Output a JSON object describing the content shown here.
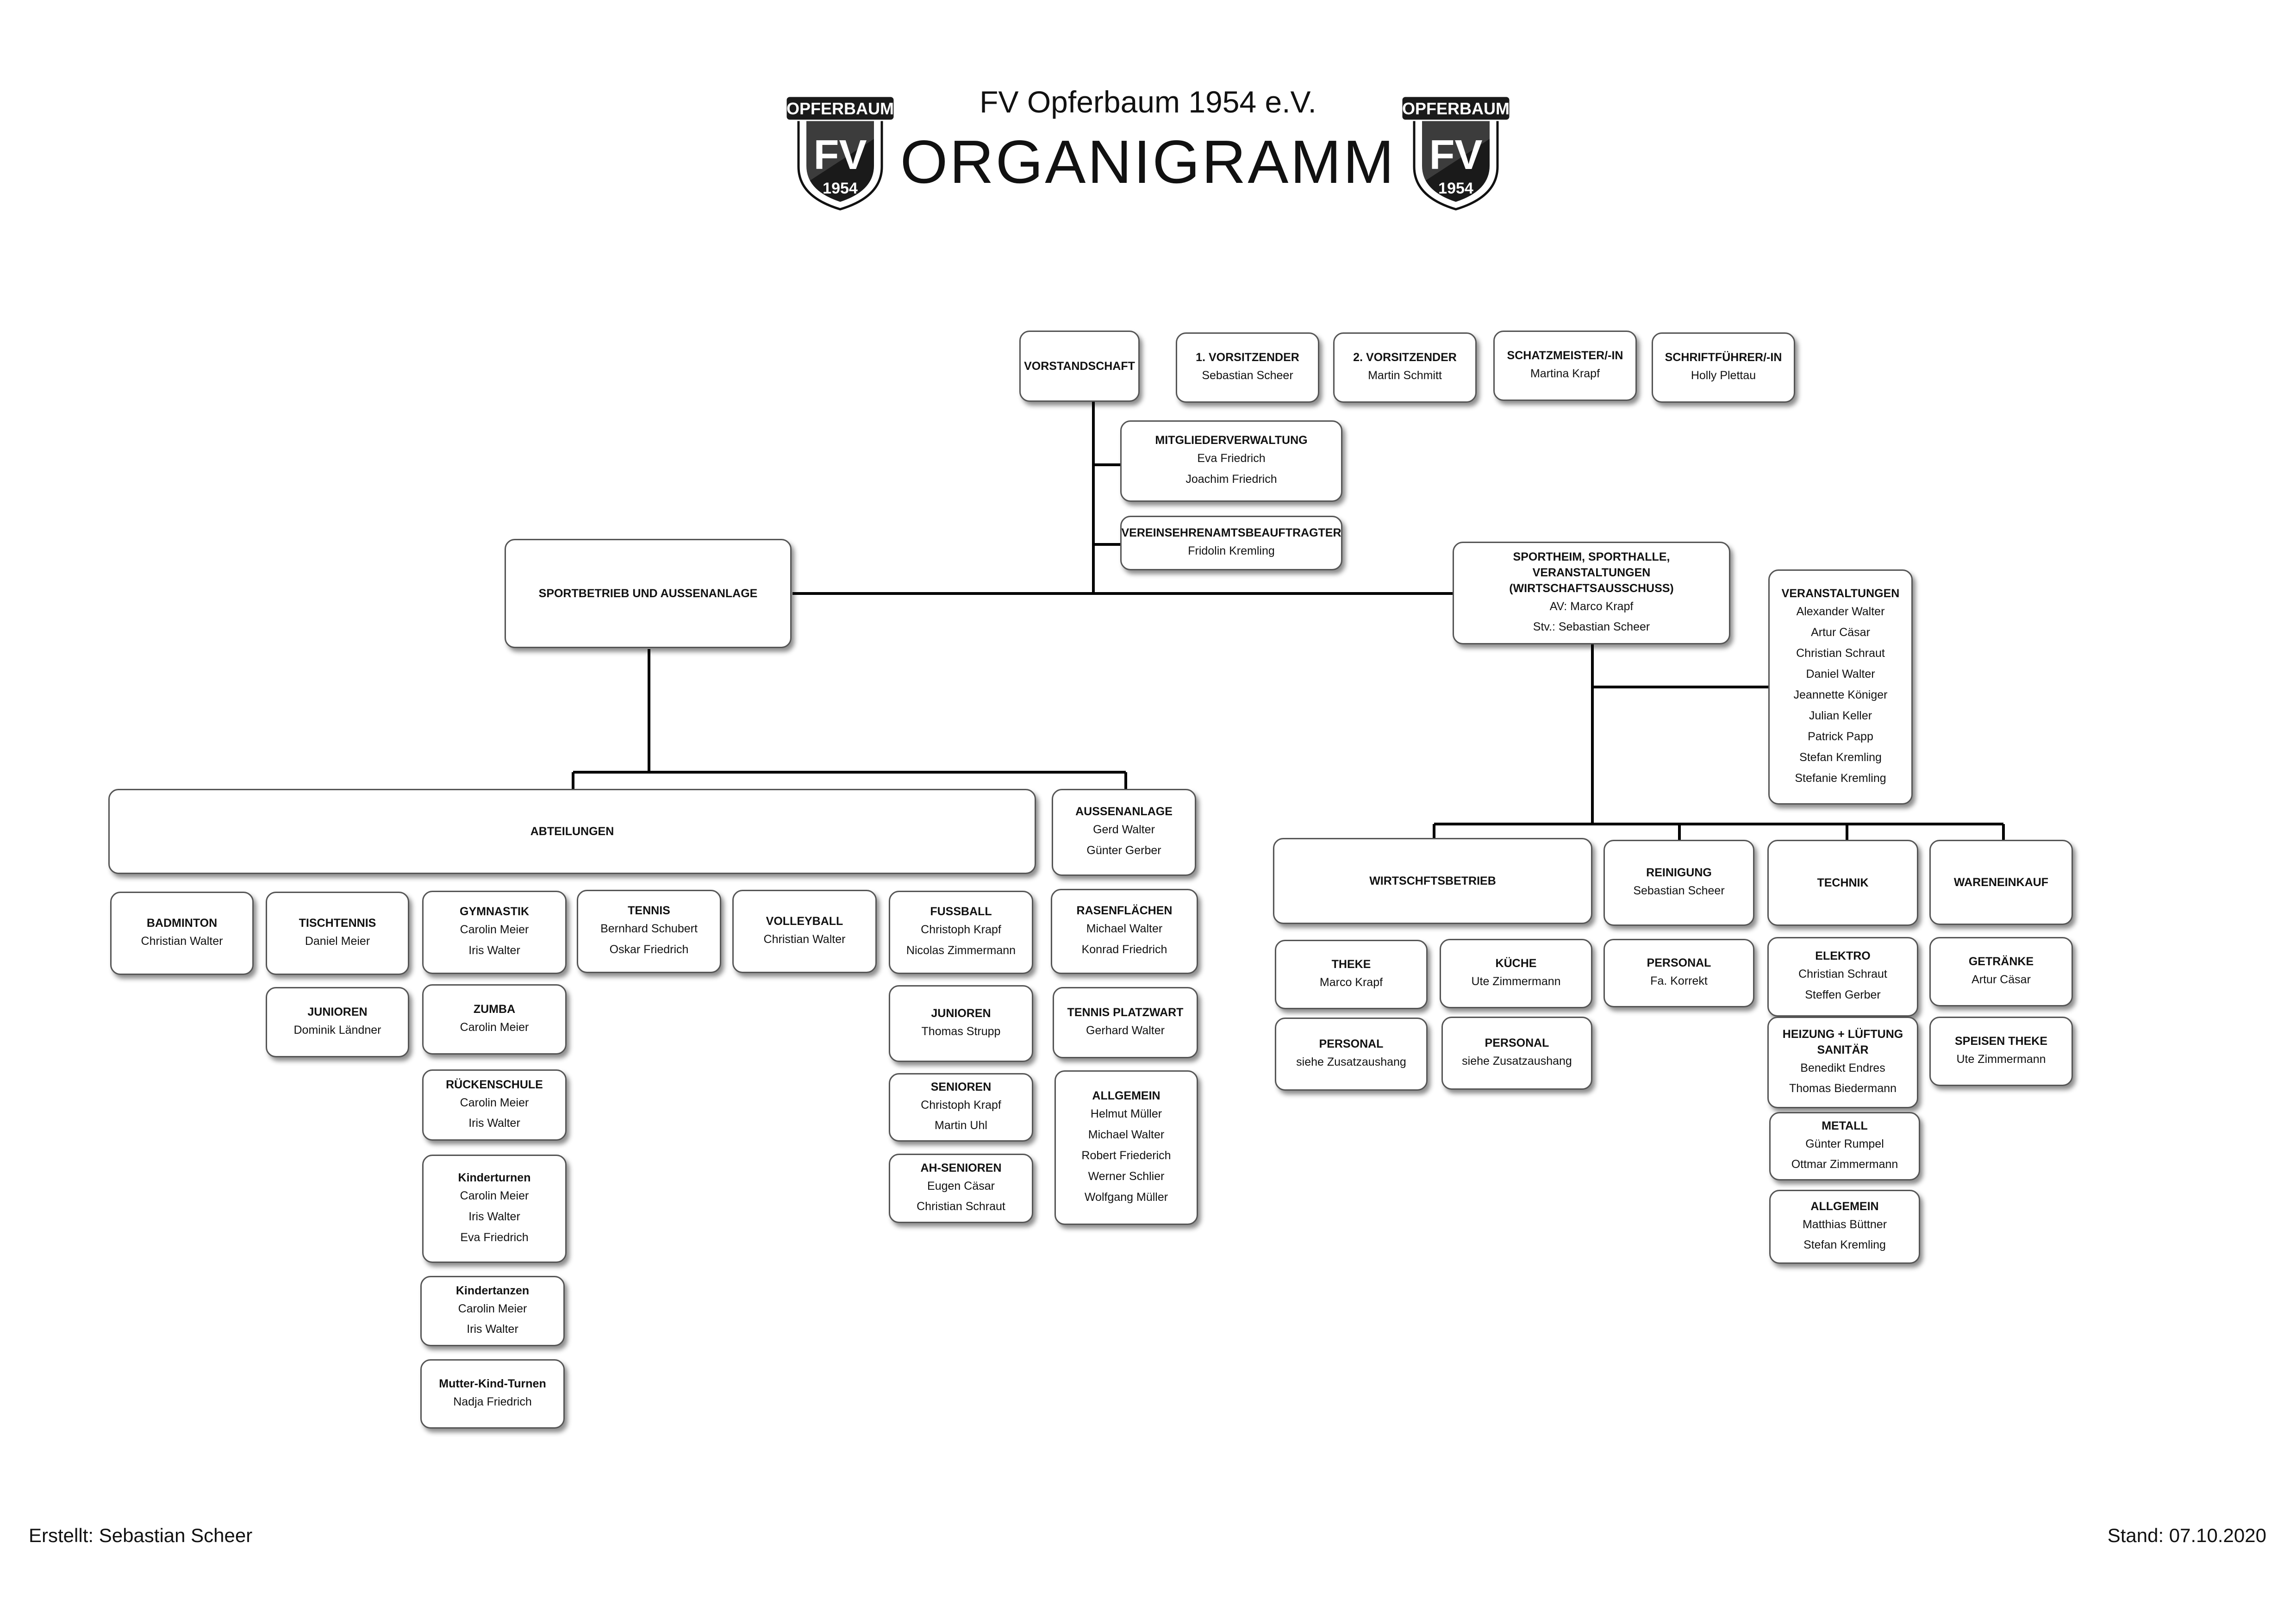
{
  "header": {
    "club": "FV Opferbaum 1954 e.V.",
    "title": "ORGANIGRAMM",
    "logo": {
      "banner": "OPFERBAUM",
      "letters": "FV",
      "year": "1954"
    }
  },
  "footer": {
    "created": "Erstellt: Sebastian Scheer",
    "date": "Stand: 07.10.2020"
  },
  "board": {
    "vorstandschaft": {
      "title": "VORSTANDSCHAFT"
    },
    "chair1": {
      "title": "1. VORSITZENDER",
      "people": [
        "Sebastian Scheer"
      ]
    },
    "chair2": {
      "title": "2. VORSITZENDER",
      "people": [
        "Martin Schmitt"
      ]
    },
    "treasurer": {
      "title": "SCHATZMEISTER/-IN",
      "people": [
        "Martina Krapf"
      ]
    },
    "secretary": {
      "title": "SCHRIFTFÜHRER/-IN",
      "people": [
        "Holly Plettau"
      ]
    },
    "membership": {
      "title": "MITGLIEDERVERWALTUNG",
      "people": [
        "Eva Friedrich",
        "Joachim Friedrich"
      ]
    },
    "volunteer": {
      "title": "VEREINSEHRENAMTSBEAUFTRAGTER",
      "people": [
        "Fridolin Kremling"
      ]
    }
  },
  "sport": {
    "main": {
      "title": "SPORTBETRIEB UND AUSSENANLAGE"
    },
    "abteilungen": {
      "title": "ABTEILUNGEN"
    },
    "aussenanlage": {
      "title": "AUSSENANLAGE",
      "people": [
        "Gerd Walter",
        "Günter Gerber"
      ]
    },
    "badminton": {
      "title": "BADMINTON",
      "people": [
        "Christian Walter"
      ]
    },
    "tischtennis": {
      "title": "TISCHTENNIS",
      "people": [
        "Daniel Meier"
      ]
    },
    "tt_junioren": {
      "title": "JUNIOREN",
      "people": [
        "Dominik Ländner"
      ]
    },
    "gymnastik": {
      "title": "GYMNASTIK",
      "people": [
        "Carolin Meier",
        "Iris Walter"
      ]
    },
    "zumba": {
      "title": "ZUMBA",
      "people": [
        "Carolin Meier"
      ]
    },
    "rueckenschule": {
      "title": "RÜCKENSCHULE",
      "people": [
        "Carolin Meier",
        "Iris Walter"
      ]
    },
    "kinderturnen": {
      "title": "Kinderturnen",
      "people": [
        "Carolin Meier",
        "Iris Walter",
        "Eva Friedrich"
      ]
    },
    "kindertanzen": {
      "title": "Kindertanzen",
      "people": [
        "Carolin Meier",
        "Iris Walter"
      ]
    },
    "mutterkind": {
      "title": "Mutter-Kind-Turnen",
      "people": [
        "Nadja Friedrich"
      ]
    },
    "tennis": {
      "title": "TENNIS",
      "people": [
        "Bernhard Schubert",
        "Oskar Friedrich"
      ]
    },
    "volleyball": {
      "title": "VOLLEYBALL",
      "people": [
        "Christian Walter"
      ]
    },
    "fussball": {
      "title": "FUSSBALL",
      "people": [
        "Christoph Krapf",
        "Nicolas Zimmermann"
      ]
    },
    "fb_junioren": {
      "title": "JUNIOREN",
      "people": [
        "Thomas Strupp"
      ]
    },
    "senioren": {
      "title": "SENIOREN",
      "people": [
        "Christoph Krapf",
        "Martin Uhl"
      ]
    },
    "ah_senioren": {
      "title": "AH-SENIOREN",
      "people": [
        "Eugen Cäsar",
        "Christian Schraut"
      ]
    },
    "rasen": {
      "title": "RASENFLÄCHEN",
      "people": [
        "Michael Walter",
        "Konrad Friedrich"
      ]
    },
    "tennis_platzwart": {
      "title": "TENNIS PLATZWART",
      "people": [
        "Gerhard Walter"
      ]
    },
    "allgemein_sport": {
      "title": "ALLGEMEIN",
      "people": [
        "Helmut Müller",
        "Michael Walter",
        "Robert Friederich",
        "Werner Schlier",
        "Wolfgang Müller"
      ]
    }
  },
  "heim": {
    "main": {
      "title_lines": [
        "SPORTHEIM, SPORTHALLE,",
        "VERANSTALTUNGEN",
        "(WIRTSCHAFTSAUSSCHUSS)"
      ],
      "people": [
        "AV: Marco Krapf",
        "Stv.: Sebastian Scheer"
      ]
    },
    "veranstaltungen": {
      "title": "VERANSTALTUNGEN",
      "people": [
        "Alexander Walter",
        "Artur Cäsar",
        "Christian Schraut",
        "Daniel Walter",
        "Jeannette Königer",
        "Julian Keller",
        "Patrick Papp",
        "Stefan Kremling",
        "Stefanie Kremling"
      ]
    },
    "wirtschaftsbetrieb": {
      "title": "WIRTSCHFTSBETRIEB"
    },
    "reinigung": {
      "title": "REINIGUNG",
      "people": [
        "Sebastian Scheer"
      ]
    },
    "technik": {
      "title": "TECHNIK"
    },
    "wareneinkauf": {
      "title": "WARENEINKAUF"
    },
    "theke": {
      "title": "THEKE",
      "people": [
        "Marco Krapf"
      ]
    },
    "kueche": {
      "title": "KÜCHE",
      "people": [
        "Ute Zimmermann"
      ]
    },
    "personal_theke": {
      "title": "PERSONAL",
      "people": [
        "siehe Zusatzaushang"
      ]
    },
    "personal_kueche": {
      "title": "PERSONAL",
      "people": [
        "siehe Zusatzaushang"
      ]
    },
    "personal_reinigung": {
      "title": "PERSONAL",
      "people": [
        "Fa. Korrekt"
      ]
    },
    "elektro": {
      "title": "ELEKTRO",
      "people": [
        "Christian Schraut",
        "Steffen Gerber"
      ]
    },
    "heizung": {
      "title_lines": [
        "HEIZUNG + LÜFTUNG",
        "SANITÄR"
      ],
      "people": [
        "Benedikt Endres",
        "Thomas Biedermann"
      ]
    },
    "metall": {
      "title": "METALL",
      "people": [
        "Günter Rumpel",
        "Ottmar Zimmermann"
      ]
    },
    "allgemein_technik": {
      "title": "ALLGEMEIN",
      "people": [
        "Matthias Büttner",
        "Stefan Kremling"
      ]
    },
    "getraenke": {
      "title": "GETRÄNKE",
      "people": [
        "Artur Cäsar"
      ]
    },
    "speisen": {
      "title": "SPEISEN THEKE",
      "people": [
        "Ute Zimmermann"
      ]
    }
  }
}
